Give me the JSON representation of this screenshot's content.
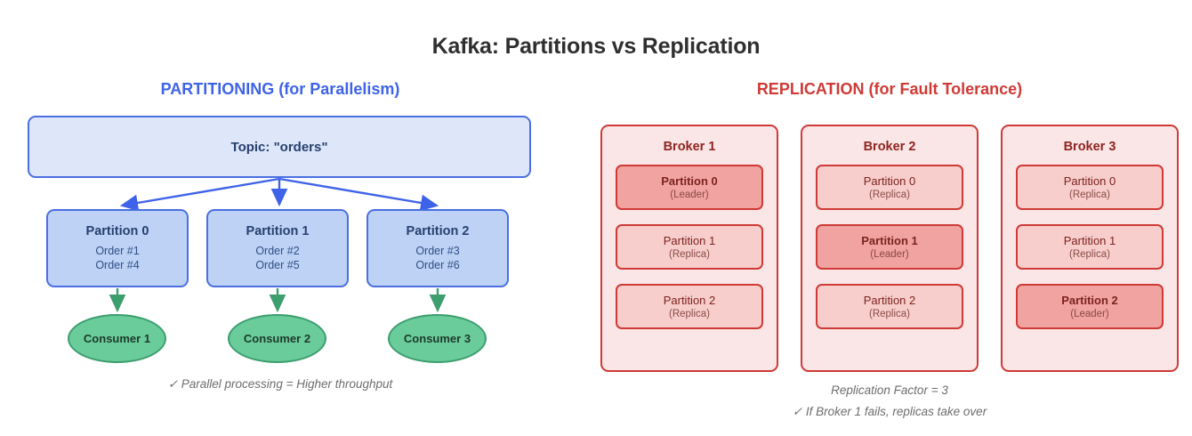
{
  "title": "Kafka: Partitions vs Replication",
  "sections": {
    "partitioning": {
      "heading": "PARTITIONING (for Parallelism)",
      "color": "#3f63e8",
      "topic": {
        "label": "Topic: \"orders\""
      },
      "partitions": [
        {
          "name": "Partition 0",
          "orders": [
            "Order #1",
            "Order #4"
          ]
        },
        {
          "name": "Partition 1",
          "orders": [
            "Order #2",
            "Order #5"
          ]
        },
        {
          "name": "Partition 2",
          "orders": [
            "Order #3",
            "Order #6"
          ]
        }
      ],
      "consumers": [
        {
          "label": "Consumer 1"
        },
        {
          "label": "Consumer 2"
        },
        {
          "label": "Consumer 3"
        }
      ],
      "caption": "✓ Parallel processing = Higher throughput"
    },
    "replication": {
      "heading": "REPLICATION (for Fault Tolerance)",
      "color": "#cf3a36",
      "brokers": [
        {
          "name": "Broker 1",
          "replicas": [
            {
              "name": "Partition 0",
              "role": "(Leader)",
              "is_leader": true
            },
            {
              "name": "Partition 1",
              "role": "(Replica)",
              "is_leader": false
            },
            {
              "name": "Partition 2",
              "role": "(Replica)",
              "is_leader": false
            }
          ]
        },
        {
          "name": "Broker 2",
          "replicas": [
            {
              "name": "Partition 0",
              "role": "(Replica)",
              "is_leader": false
            },
            {
              "name": "Partition 1",
              "role": "(Leader)",
              "is_leader": true
            },
            {
              "name": "Partition 2",
              "role": "(Replica)",
              "is_leader": false
            }
          ]
        },
        {
          "name": "Broker 3",
          "replicas": [
            {
              "name": "Partition 0",
              "role": "(Replica)",
              "is_leader": false
            },
            {
              "name": "Partition 1",
              "role": "(Replica)",
              "is_leader": false
            },
            {
              "name": "Partition 2",
              "role": "(Leader)",
              "is_leader": true
            }
          ]
        }
      ],
      "caption_line1": "Replication Factor = 3",
      "caption_line2": "✓ If Broker 1 fails, replicas take over"
    }
  },
  "colors": {
    "topic_fill": "#dde7f9",
    "topic_border": "#4a6fe3",
    "partition_fill": "#bdd2f5",
    "consumer_fill": "#6bcc9b",
    "consumer_border": "#3d9e6e",
    "broker_panel_fill": "#fae6e6",
    "broker_border": "#cf3a36",
    "leader_fill": "#f0a3a0",
    "replica_fill": "#f7cecb"
  }
}
